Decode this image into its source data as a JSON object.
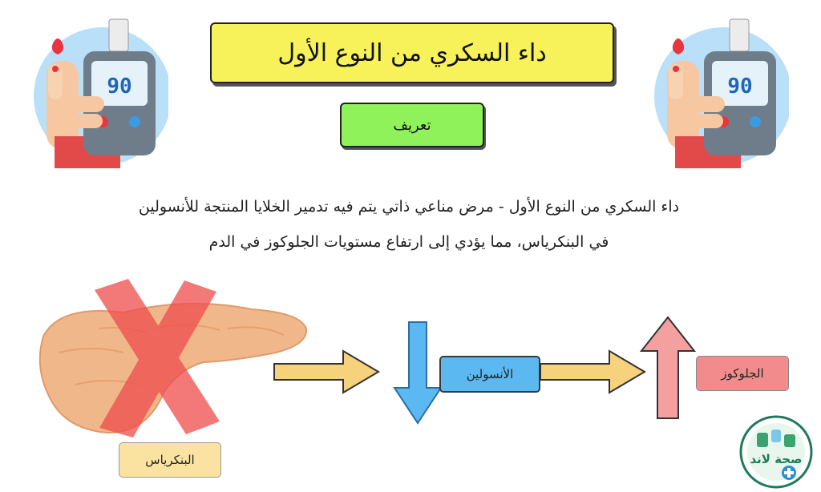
{
  "title": "داء السكري من النوع الأول",
  "definition_label": "تعريف",
  "description": {
    "line1": "داء السكري من النوع الأول - مرض مناعي ذاتي يتم فيه تدمير الخلايا المنتجة للأنسولين",
    "line2": "في البنكرياس، مما يؤدي إلى ارتفاع مستويات الجلوكوز في الدم"
  },
  "labels": {
    "pancreas": "البنكرياس",
    "insulin": "الأنسولين",
    "glucose": "الجلوكوز"
  },
  "meter_reading": "90",
  "logo_text": "صحة لاند",
  "colors": {
    "title_bg": "#f7f25a",
    "definition_bg": "#8ff25a",
    "insulin_arrow": "#5bb8f0",
    "glucose_arrow": "#f4a0a0",
    "flow_arrow": "#f7d27c",
    "cross": "#ef4d4d"
  },
  "icons": [
    "glucometer-icon",
    "blood-drop-icon",
    "pancreas-illustration",
    "cross-mark-icon",
    "arrow-right-icon",
    "arrow-down-icon",
    "arrow-up-icon",
    "site-logo"
  ]
}
